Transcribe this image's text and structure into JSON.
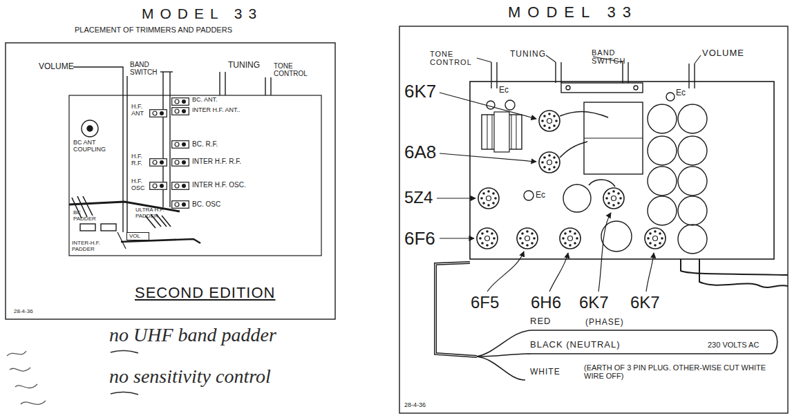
{
  "diagram": {
    "nodes": [
      {
        "text": [
          "VOL"
        ]
      }
    ],
    "labels": [
      "MODEL 33",
      "PLACEMENT OF TRIMMERS AND PADDERS",
      "VOLUME",
      "BAND SWITCH",
      "TUNING",
      "TONE CONTROL",
      "BC. ANT.",
      "INTER H.F. ANT..",
      "H.F. ANT",
      "BC ANT COUPLING",
      "BC. R.F.",
      "H.F. R.F.",
      "INTER H.F. R.F.",
      "H.F. OSC",
      "INTER H.F. OSC.",
      "BC. OSC",
      "BC PADDER",
      "ULTRA H.F. PADDER",
      "INTER-H.F. PADDER",
      "SECOND EDITION",
      "28-4-36",
      "no UHF band padder",
      "no sensitivity control",
      "MODEL 33",
      "TONE CONTROL",
      "TUNING",
      "BAND SWITCH",
      "VOLUME",
      "6K7",
      "6A8",
      "5Z4",
      "6F6",
      "6F5",
      "6H6",
      "6K7",
      "6K7",
      "RED",
      "(PHASE)",
      "BLACK (NEUTRAL)",
      "230 VOLTS AC",
      "WHITE",
      "(EARTH OF 3 PIN PLUG. OTHER-WISE CUT WHITE WIRE OFF)",
      "28-4-36",
      "Ec",
      "Ec",
      "Ec"
    ]
  }
}
